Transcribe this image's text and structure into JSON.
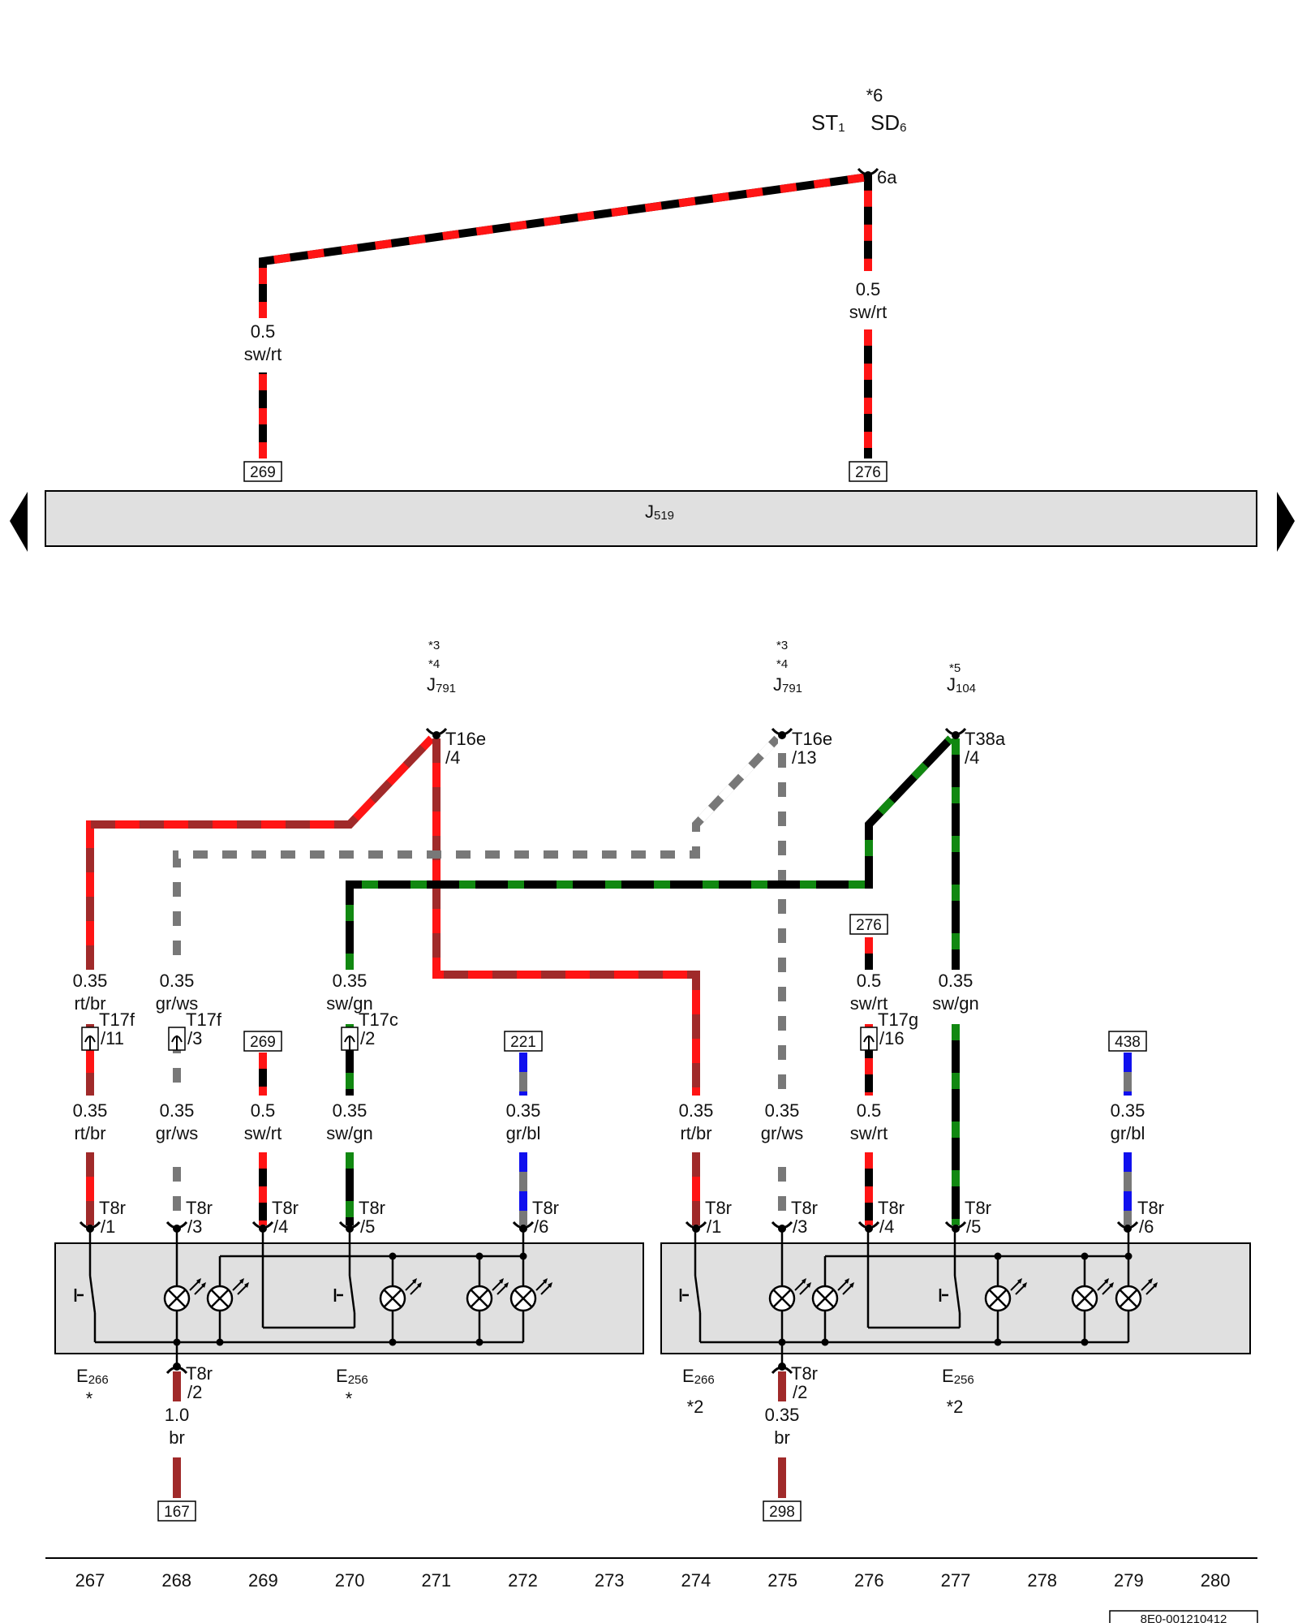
{
  "document_id": "8E0-001210412",
  "colors": {
    "sw": "#000000",
    "rt": "#ff1414",
    "br": "#a02a2a",
    "gr": "#787878",
    "ws": "#ffffff",
    "gn": "#118811",
    "bl": "#1010ee",
    "housing_fill": "#e0e0e0"
  },
  "top_section": {
    "source_note": "*6",
    "source_left": {
      "main": "ST",
      "sub": "1"
    },
    "source_right": {
      "main": "SD",
      "sub": "6"
    },
    "source_pin": "6a",
    "left_wire": {
      "size": "0.5",
      "color": "sw/rt"
    },
    "right_wire": {
      "size": "0.5",
      "color": "sw/rt"
    },
    "left_ref": "269",
    "right_ref": "276"
  },
  "bus": {
    "main": "J",
    "sub": "519"
  },
  "sources": [
    {
      "notes": [
        "*3",
        "*4"
      ],
      "main": "J",
      "sub": "791",
      "conn": "T16e",
      "pin": "/4"
    },
    {
      "notes": [
        "*3",
        "*4"
      ],
      "main": "J",
      "sub": "791",
      "conn": "T16e",
      "pin": "/13"
    },
    {
      "notes": [
        "*5"
      ],
      "main": "J",
      "sub": "104",
      "conn": "T38a",
      "pin": "/4"
    }
  ],
  "upper_wires": [
    {
      "size": "0.35",
      "color": "rt/br"
    },
    {
      "size": "0.35",
      "color": "gr/ws"
    },
    {
      "size": "0.35",
      "color": "sw/gn"
    },
    {
      "size": "0.5",
      "color": "sw/rt"
    },
    {
      "size": "0.35",
      "color": "sw/gn"
    }
  ],
  "couplings": [
    {
      "conn": "T17f",
      "pin": "/11"
    },
    {
      "conn": "T17f",
      "pin": "/3"
    },
    {
      "conn": "T17c",
      "pin": "/2"
    },
    {
      "conn": "T17g",
      "pin": "/16"
    }
  ],
  "ref_boxes": [
    "269",
    "221",
    "438",
    "276"
  ],
  "lower_wires_left": [
    {
      "size": "0.35",
      "color": "rt/br"
    },
    {
      "size": "0.35",
      "color": "gr/ws"
    },
    {
      "size": "0.5",
      "color": "sw/rt"
    },
    {
      "size": "0.35",
      "color": "sw/gn"
    },
    {
      "size": "0.35",
      "color": "gr/bl"
    }
  ],
  "lower_wires_right": [
    {
      "size": "0.35",
      "color": "rt/br"
    },
    {
      "size": "0.35",
      "color": "gr/ws"
    },
    {
      "size": "0.5",
      "color": "sw/rt"
    },
    {
      "size": "0.35",
      "color": "gr/bl"
    }
  ],
  "module_pins_left": [
    {
      "conn": "T8r",
      "pin": "/1"
    },
    {
      "conn": "T8r",
      "pin": "/3"
    },
    {
      "conn": "T8r",
      "pin": "/4"
    },
    {
      "conn": "T8r",
      "pin": "/5"
    },
    {
      "conn": "T8r",
      "pin": "/6"
    }
  ],
  "module_pins_right": [
    {
      "conn": "T8r",
      "pin": "/1"
    },
    {
      "conn": "T8r",
      "pin": "/3"
    },
    {
      "conn": "T8r",
      "pin": "/4"
    },
    {
      "conn": "T8r",
      "pin": "/5"
    },
    {
      "conn": "T8r",
      "pin": "/6"
    }
  ],
  "modules": [
    {
      "left": {
        "main": "E",
        "sub": "266",
        "note": "*"
      },
      "right": {
        "main": "E",
        "sub": "256",
        "note": "*"
      }
    },
    {
      "left": {
        "main": "E",
        "sub": "266",
        "note": "*2"
      },
      "right": {
        "main": "E",
        "sub": "256",
        "note": "*2"
      }
    }
  ],
  "ground_left": {
    "conn": "T8r",
    "pin": "/2",
    "size": "1.0",
    "color": "br",
    "ref": "167"
  },
  "ground_right": {
    "conn": "T8r",
    "pin": "/2",
    "size": "0.35",
    "color": "br",
    "ref": "298"
  },
  "scale": [
    "267",
    "268",
    "269",
    "270",
    "271",
    "272",
    "273",
    "274",
    "275",
    "276",
    "277",
    "278",
    "279",
    "280"
  ]
}
